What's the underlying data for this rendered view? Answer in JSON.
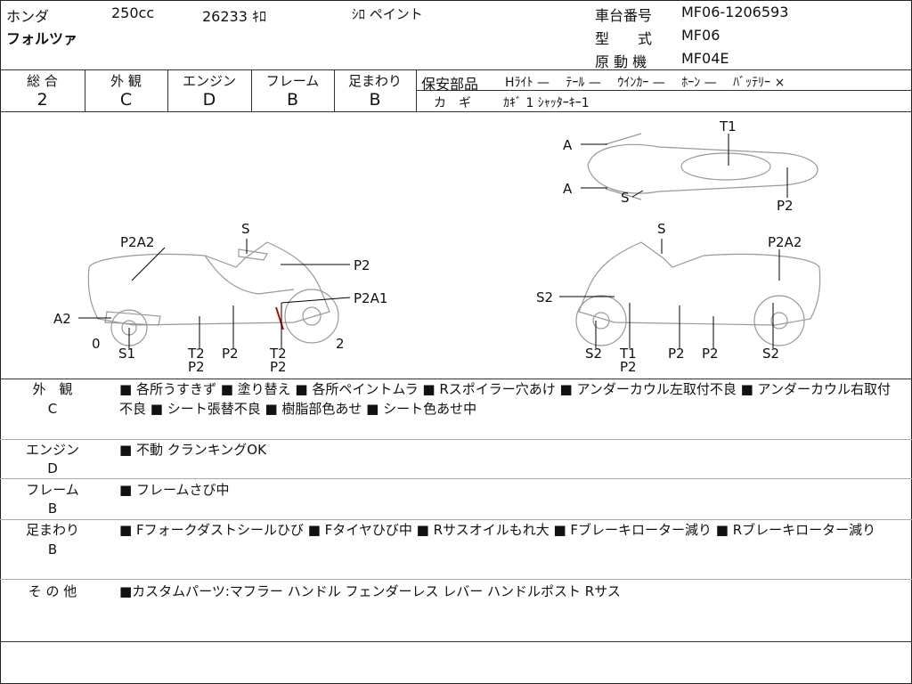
{
  "header": {
    "maker": "ホンダ",
    "model": "フォルツァ",
    "displacement": "250cc",
    "mileage": "26233 ｷﾛ",
    "color": "ｼﾛ ペイント",
    "frame_no_label": "車台番号",
    "frame_no": "MF06-1206593",
    "type_label": "型　　式",
    "type": "MF06",
    "engine_label": "原 動 機",
    "engine": "MF04E"
  },
  "scores": [
    {
      "label": "総 合",
      "value": "2"
    },
    {
      "label": "外 観",
      "value": "C"
    },
    {
      "label": "エンジン",
      "value": "D"
    },
    {
      "label": "フレーム",
      "value": "B"
    },
    {
      "label": "足まわり",
      "value": "B"
    }
  ],
  "safety": {
    "label": "保安部品",
    "items": "Hﾗｲﾄ —　 ﾃｰﾙ —　 ｳｲﾝｶｰ —　 ﾎｰﾝ —　 ﾊﾞｯﾃﾘｰ ×",
    "key_label": "カ　ギ",
    "keys": "ｶｷﾞ 1 ｼｬｯﾀｰｷｰ1"
  },
  "diagram": {
    "labels": [
      "P2A2",
      "S",
      "P2",
      "P2A1",
      "A2",
      "0",
      "S1",
      "T2",
      "P2",
      "P2",
      "T2",
      "P2",
      "2",
      "A",
      "A",
      "T1",
      "S",
      "P2",
      "S",
      "P2A2",
      "S2",
      "S2",
      "T1",
      "P2",
      "P2",
      "P2",
      "S2"
    ]
  },
  "remarks": [
    {
      "label": "外　観",
      "grade": "C",
      "text": "■ 各所うすきず ■ 塗り替え ■ 各所ペイントムラ ■ Rスポイラー穴あけ ■ アンダーカウル左取付不良 ■ アンダーカウル右取付不良 ■ シート張替不良 ■ 樹脂部色あせ ■ シート色あせ中"
    },
    {
      "label": "エンジン",
      "grade": "D",
      "text": "■ 不動 クランキングOK"
    },
    {
      "label": "フレーム",
      "grade": "B",
      "text": "■ フレームさび中"
    },
    {
      "label": "足まわり",
      "grade": "B",
      "text": "■ Fフォークダストシールひび ■ Fタイヤひび中 ■ Rサスオイルもれ大 ■ Fブレーキローター減り ■ Rブレーキローター減り"
    },
    {
      "label": "そ の 他",
      "grade": "",
      "text": "■カスタムパーツ:マフラー ハンドル フェンダーレス レバー ハンドルポスト Rサス"
    }
  ]
}
